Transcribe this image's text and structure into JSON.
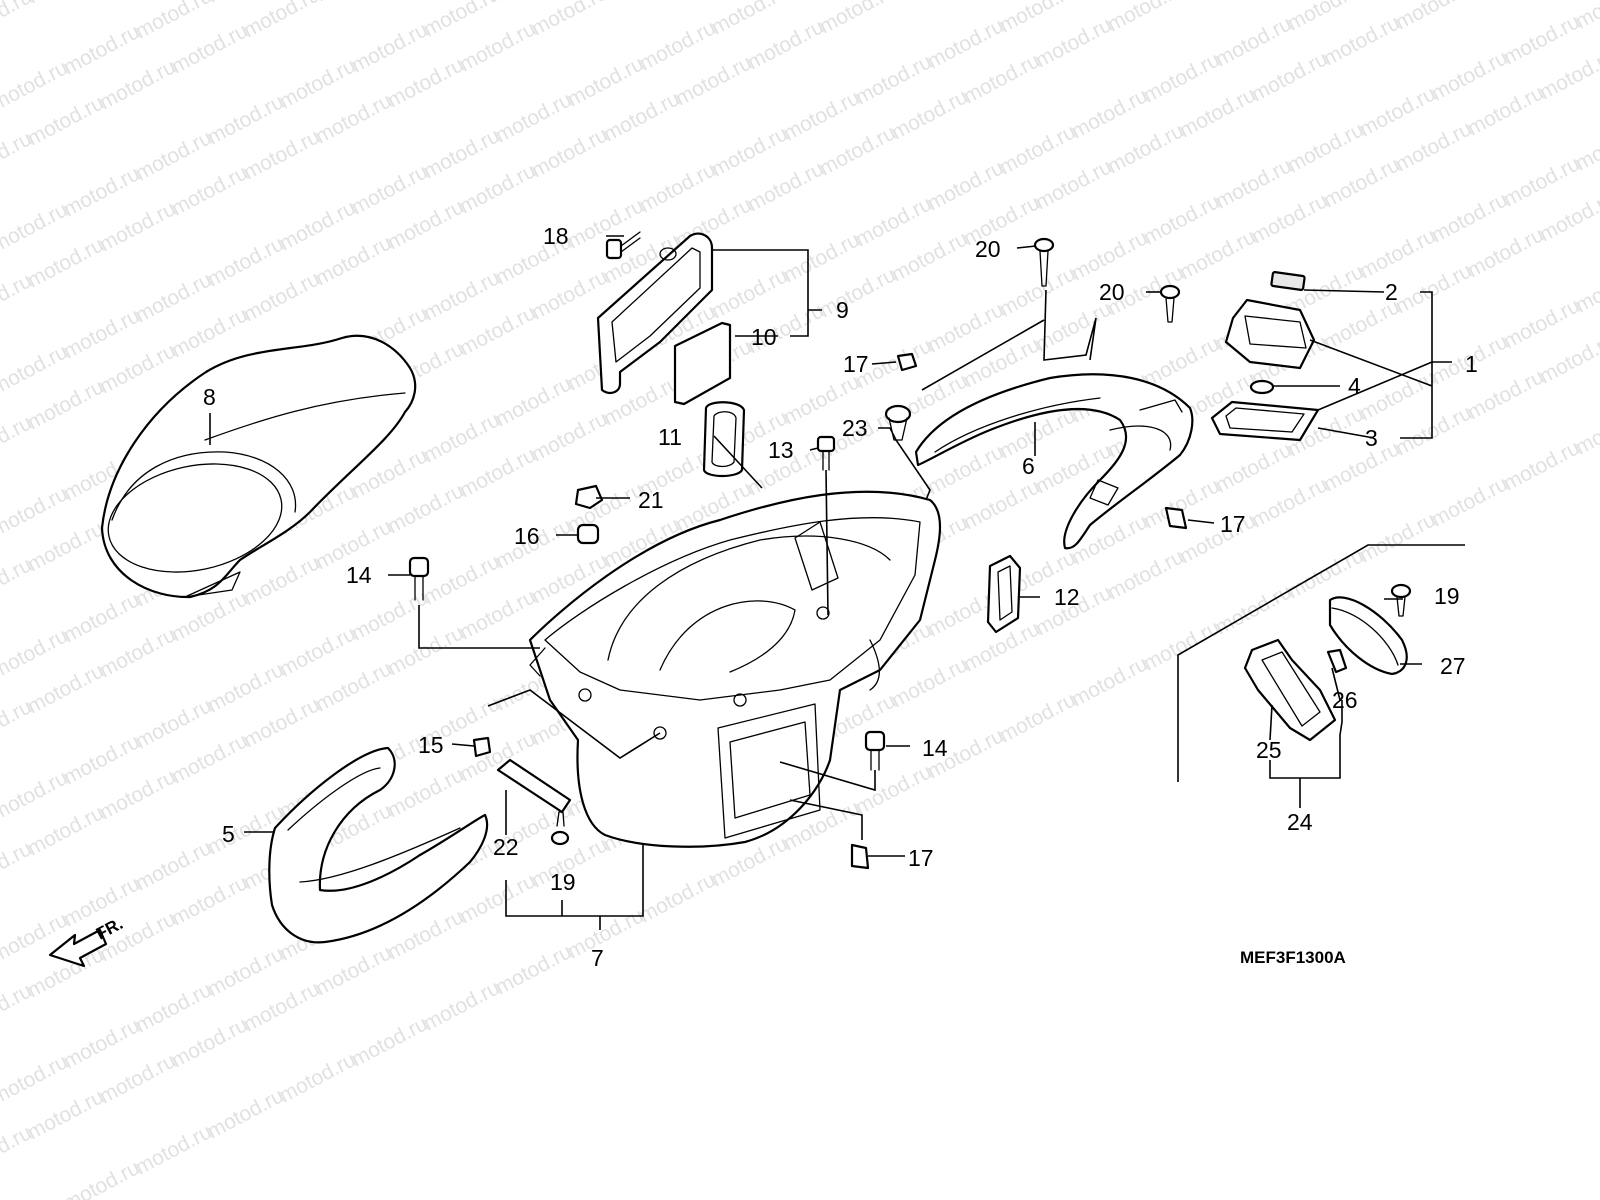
{
  "watermark": {
    "text": "motod.ru",
    "color": "#c9c9c9"
  },
  "diagram_code": "MEF3F1300A",
  "direction_label": "FR.",
  "callouts": {
    "c1": "1",
    "c2": "2",
    "c3": "3",
    "c4": "4",
    "c5": "5",
    "c6": "6",
    "c7": "7",
    "c8": "8",
    "c9": "9",
    "c10": "10",
    "c11": "11",
    "c12": "12",
    "c13": "13",
    "c14a": "14",
    "c14b": "14",
    "c15": "15",
    "c16": "16",
    "c17a": "17",
    "c17b": "17",
    "c17c": "17",
    "c18": "18",
    "c19a": "19",
    "c19b": "19",
    "c20a": "20",
    "c20b": "20",
    "c21": "21",
    "c22": "22",
    "c23": "23",
    "c24": "24",
    "c25": "25",
    "c26": "26",
    "c27": "27"
  },
  "colors": {
    "line": "#000000",
    "background": "#ffffff"
  }
}
